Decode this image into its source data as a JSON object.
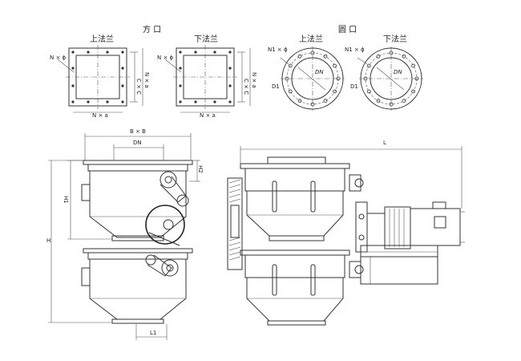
{
  "titles": {
    "square_port": "方 口",
    "round_port": "圆 口"
  },
  "flanges": {
    "upper": "上法兰",
    "lower": "下法兰"
  },
  "dims": {
    "n_phi": "N × ϕ",
    "n1_phi": "N1 × ϕ",
    "n_a": "N × a",
    "c_c": "C × C",
    "dn": "DN",
    "d1": "D1",
    "b_b": "B × B",
    "h2": "H2",
    "h1": "H1",
    "h": "H",
    "l": "L",
    "l1": "L1"
  }
}
